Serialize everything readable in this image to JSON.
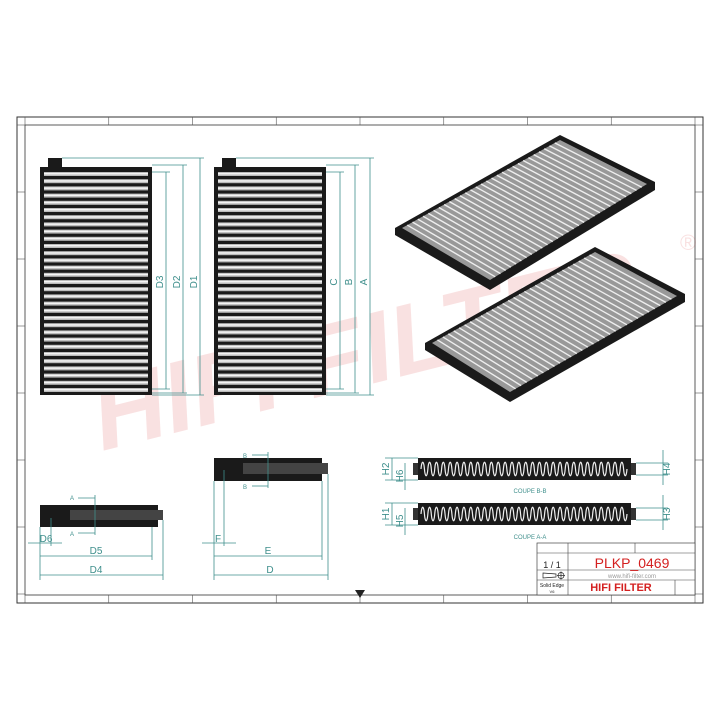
{
  "watermark": "HIFI FILTER",
  "watermark_registered": "®",
  "front_view_1": {
    "dims": [
      "D3",
      "D2",
      "D1"
    ]
  },
  "front_view_2": {
    "dims": [
      "C",
      "B",
      "A"
    ]
  },
  "side_view_1": {
    "dims": [
      "D6",
      "D5",
      "D4"
    ],
    "section_marks": [
      "A",
      "A"
    ]
  },
  "side_view_2": {
    "dims": [
      "F",
      "E",
      "D"
    ],
    "section_marks": [
      "B",
      "B"
    ]
  },
  "sections": {
    "bb": {
      "label": "COUPE B-B",
      "left_dims": [
        "H2",
        "H6"
      ],
      "right_dim": "H4"
    },
    "aa": {
      "label": "COUPE A-A",
      "left_dims": [
        "H1",
        "H5"
      ],
      "right_dim": "H3"
    }
  },
  "title_block": {
    "scale": "1 / 1",
    "part_number": "PLKP_0469",
    "website": "www.hifi-filter.com",
    "software": "Solid Edge",
    "software_version": "V6",
    "brand": "HIFI FILTER"
  },
  "colors": {
    "dimension": "#3f8f8c",
    "brand_red": "#d42020",
    "filter_body": "#1a1a1a"
  }
}
